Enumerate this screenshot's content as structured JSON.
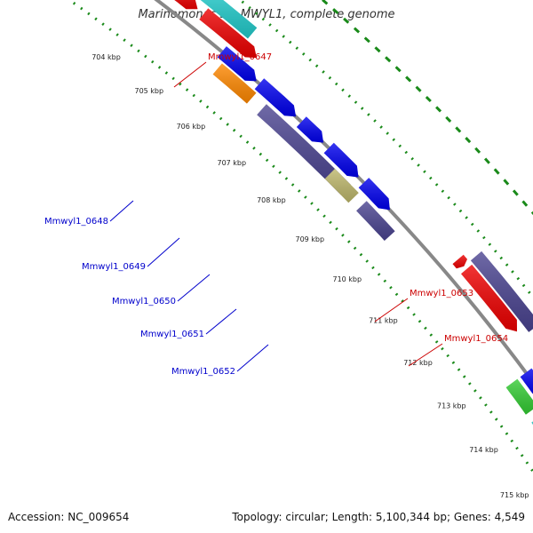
{
  "title": "Marinomonas sp. MWYL1, complete genome",
  "footer": {
    "accession": "Accession: NC_009654",
    "summary": "Topology: circular; Length: 5,100,344 bp; Genes: 4,549"
  },
  "kbp_ticks": [
    "704 kbp",
    "705 kbp",
    "706 kbp",
    "707 kbp",
    "708 kbp",
    "709 kbp",
    "710 kbp",
    "711 kbp",
    "712 kbp",
    "713 kbp",
    "714 kbp",
    "715 kbp"
  ],
  "gene_labels": [
    {
      "text": "Mmwyl1_0647",
      "color": "#cc0000"
    },
    {
      "text": "Mmwyl1_0648",
      "color": "#0000cc"
    },
    {
      "text": "Mmwyl1_0649",
      "color": "#0000cc"
    },
    {
      "text": "Mmwyl1_0650",
      "color": "#0000cc"
    },
    {
      "text": "Mmwyl1_0651",
      "color": "#0000cc"
    },
    {
      "text": "Mmwyl1_0652",
      "color": "#0000cc"
    },
    {
      "text": "Mmwyl1_0653",
      "color": "#cc0000"
    },
    {
      "text": "Mmwyl1_0654",
      "color": "#cc0000"
    }
  ],
  "colors": {
    "backbone": "#888888",
    "dotted_guide": "#1a8a1a",
    "dashed_guide": "#1a8a1a",
    "red_feature": "#ee0000",
    "blue_feature": "#0000ee",
    "cyan_feature": "#22cccc",
    "slate_feature": "#4a4390",
    "orange_feature": "#ff8800",
    "khaki_feature": "#bdb76b",
    "green_feature": "#33cc33"
  }
}
